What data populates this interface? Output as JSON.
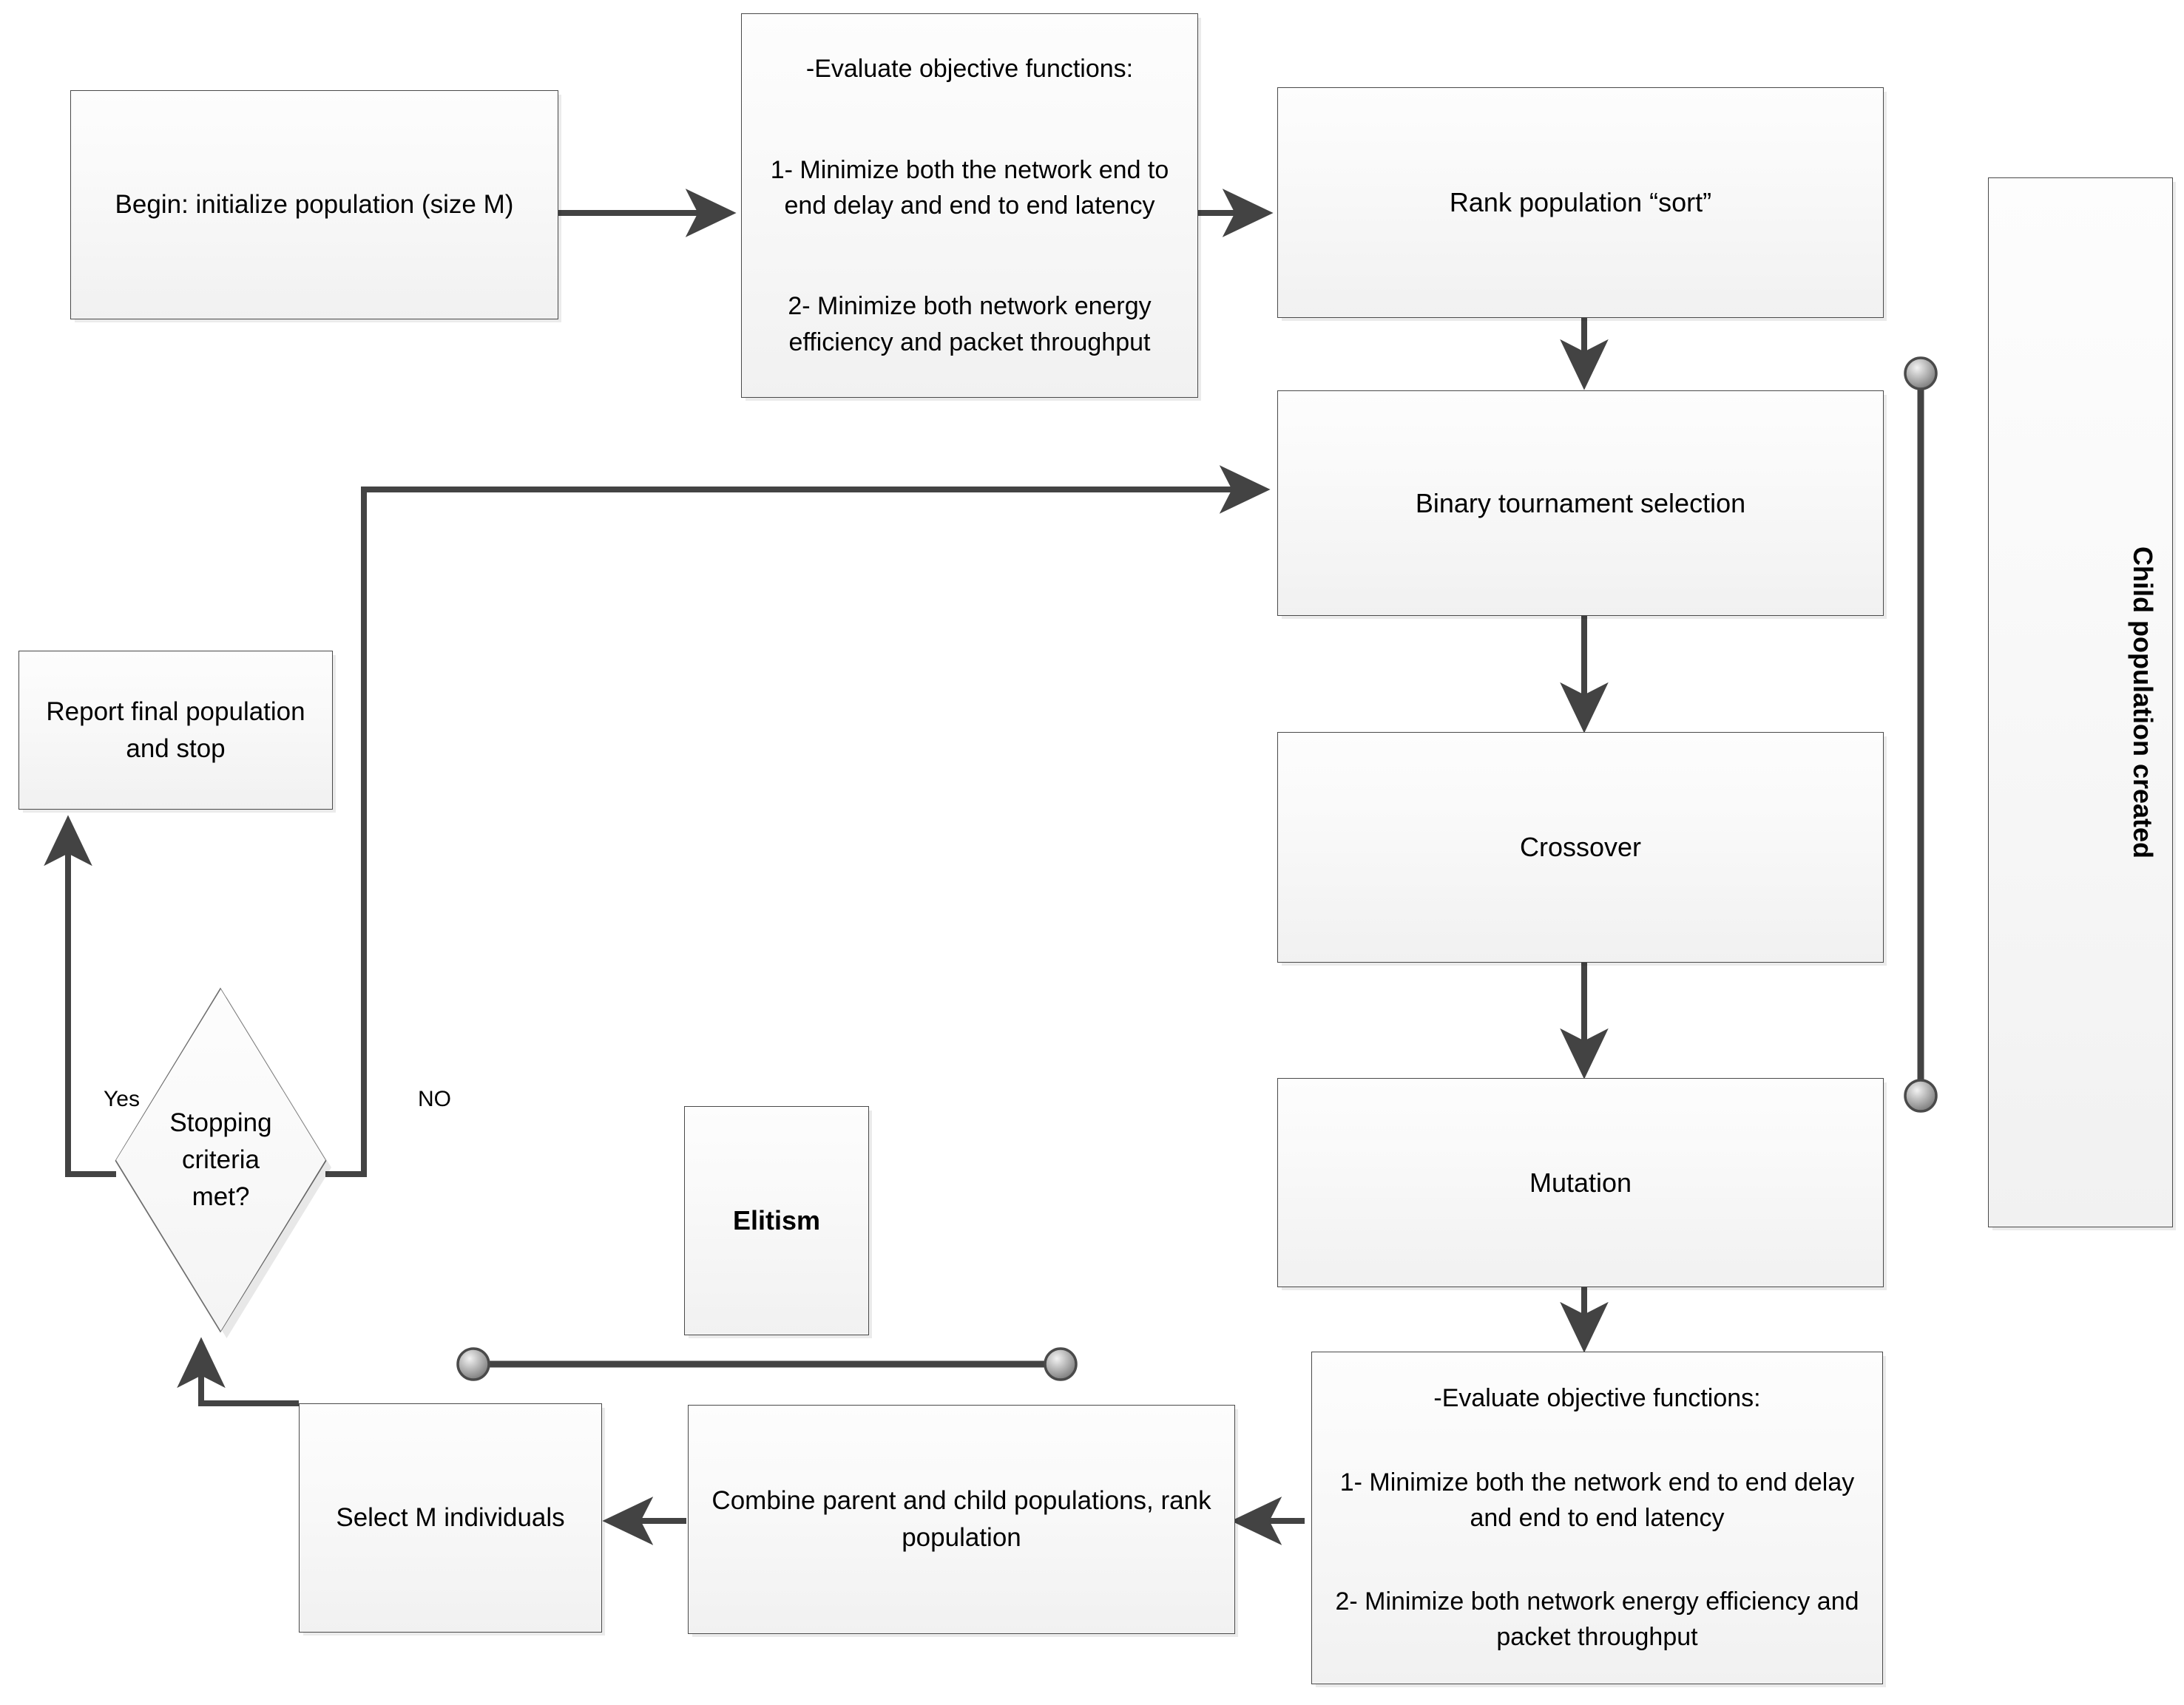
{
  "diagram": {
    "title": "NSGA-II multi-objective optimization flowchart",
    "stroke_color": "#434343",
    "box_border_color": "#4a4a4a",
    "box_fill_top": "#fdfdfd",
    "box_fill_bottom": "#f1f1f1"
  },
  "nodes": {
    "begin": {
      "label": "Begin: initialize population (size M)"
    },
    "evaluate_top": {
      "line1": "-Evaluate objective functions:",
      "line2": "1- Minimize  both the network end to end delay and end to end latency",
      "line3": "2-  Minimize  both network energy efficiency and packet throughput"
    },
    "rank_population": {
      "label": "Rank population “sort”"
    },
    "binary_tournament": {
      "label": "Binary tournament selection"
    },
    "crossover": {
      "label": "Crossover"
    },
    "mutation": {
      "label": "Mutation"
    },
    "evaluate_bottom": {
      "line1": "-Evaluate objective functions:",
      "line2": "1- Minimize  both the network end to end delay and end to end latency",
      "line3": "2-  Minimize  both network energy efficiency and packet throughput"
    },
    "combine": {
      "label": "Combine parent and child populations, rank population"
    },
    "select_m": {
      "label": "Select M individuals"
    },
    "stopping_criteria": {
      "label": "Stopping criteria met?"
    },
    "report_final": {
      "label": "Report final population and stop"
    },
    "elitism": {
      "label": "Elitism"
    },
    "child_population": {
      "label": "Child population created"
    }
  },
  "edge_labels": {
    "yes": "Yes",
    "no": "NO"
  }
}
